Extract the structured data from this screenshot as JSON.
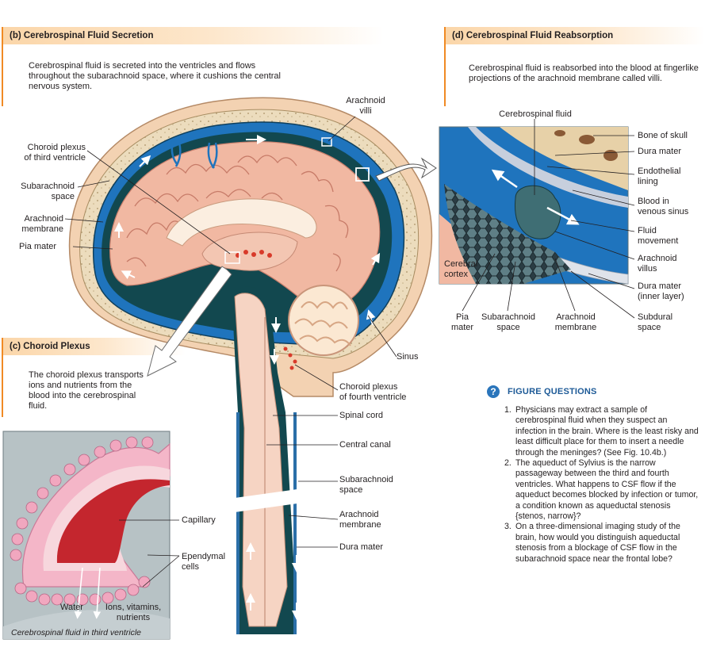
{
  "panel_b": {
    "header": "(b) Cerebrospinal Fluid Secretion",
    "intro": "Cerebrospinal fluid is secreted into the ventricles and flows throughout the subarachnoid space, where it cushions the central nervous system.",
    "labels": {
      "choroid_third": "Choroid plexus\nof third ventricle",
      "subarachnoid_space": "Subarachnoid\nspace",
      "arachnoid_membrane": "Arachnoid\nmembrane",
      "pia_mater": "Pia mater",
      "arachnoid_villi": "Arachnoid\nvilli",
      "sinus": "Sinus",
      "choroid_fourth": "Choroid plexus\nof fourth ventricle",
      "spinal_cord": "Spinal cord",
      "central_canal": "Central canal",
      "subarachnoid_space_2": "Subarachnoid\nspace",
      "arachnoid_membrane_2": "Arachnoid\nmembrane",
      "dura_mater": "Dura mater"
    }
  },
  "panel_c": {
    "header": "(c) Choroid Plexus",
    "intro": "The choroid plexus transports ions and nutrients from the blood into the cerebrospinal fluid.",
    "labels": {
      "capillary": "Capillary",
      "ependymal_cells": "Ependymal\ncells",
      "water": "Water",
      "ions": "Ions, vitamins,\nnutrients"
    },
    "caption": "Cerebrospinal fluid in third ventricle"
  },
  "panel_d": {
    "header": "(d) Cerebrospinal Fluid Reabsorption",
    "intro": "Cerebrospinal fluid is reabsorbed into the blood at fingerlike projections of the arachnoid membrane called villi.",
    "labels": {
      "csf": "Cerebrospinal fluid",
      "bone": "Bone of skull",
      "dura": "Dura mater",
      "endothelial": "Endothelial\nlining",
      "blood": "Blood in\nvenous sinus",
      "fluid_movement": "Fluid\nmovement",
      "arachnoid_villus": "Arachnoid\nvillus",
      "dura_inner": "Dura mater\n(inner layer)",
      "subdural": "Subdural\nspace",
      "cerebral_cortex": "Cerebral\ncortex",
      "pia": "Pia\nmater",
      "subarachnoid": "Subarachnoid\nspace",
      "arachnoid_membrane": "Arachnoid\nmembrane"
    }
  },
  "figure_questions": {
    "icon": "?",
    "title": "FIGURE QUESTIONS",
    "items": [
      {
        "num": "1.",
        "text": "Physicians may extract a sample of cerebrospinal fluid when they suspect an infection in the brain. Where is the least risky and least difficult place for them to insert a needle through the meninges? (See Fig. 10.4b.)"
      },
      {
        "num": "2.",
        "text": "The aqueduct of Sylvius is the narrow passageway between the third and fourth ventricles. What happens to CSF flow if the aqueduct becomes blocked by infection or tumor, a condition known as aqueductal stenosis {stenos, narrow}?"
      },
      {
        "num": "3.",
        "text": "On a three-dimensional imaging study of the brain, how would you distinguish aqueductal stenosis from a blockage of CSF flow in the subarachnoid space near the frontal lobe?"
      }
    ]
  },
  "colors": {
    "header_orange": "#f08a24",
    "csf_blue": "#1d6fb8",
    "dark_teal": "#12484f",
    "brain_pink": "#f0b9a4",
    "skull_beige": "#ecd9b7",
    "blood_red": "#c4262e",
    "question_blue": "#1d5a97"
  }
}
